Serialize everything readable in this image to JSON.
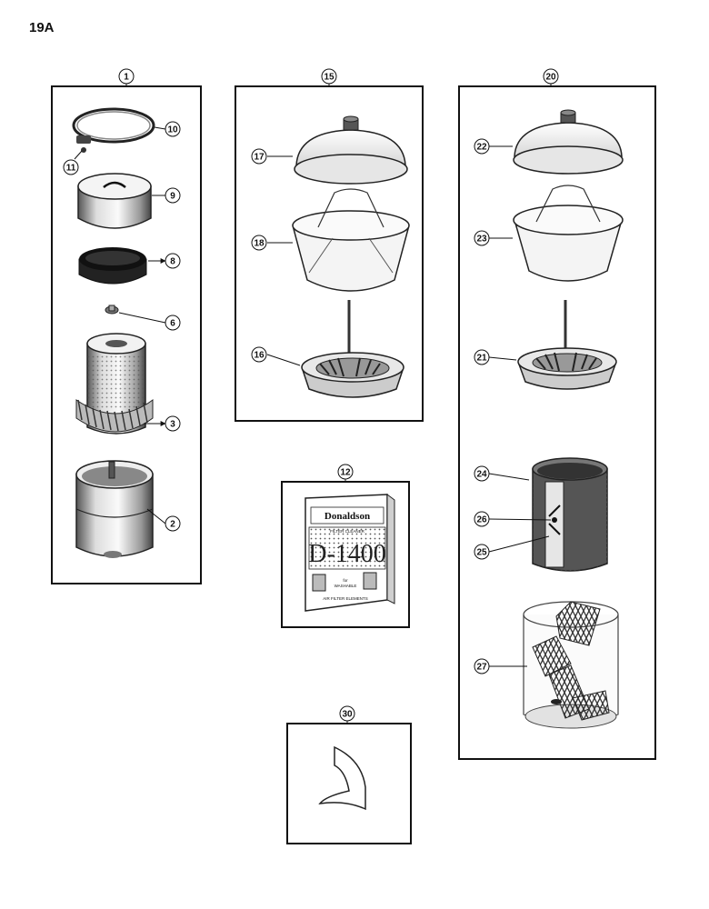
{
  "page": {
    "number": "19A"
  },
  "groups": [
    {
      "id": "group-1",
      "label": "1"
    },
    {
      "id": "group-15",
      "label": "15"
    },
    {
      "id": "group-20",
      "label": "20"
    },
    {
      "id": "group-12",
      "label": "12"
    },
    {
      "id": "group-30",
      "label": "30"
    }
  ],
  "callouts": {
    "c10": "10",
    "c11": "11",
    "c9": "9",
    "c8": "8",
    "c6": "6",
    "c3": "3",
    "c2": "2",
    "c17": "17",
    "c18": "18",
    "c16": "16",
    "c22": "22",
    "c23": "23",
    "c21": "21",
    "c24": "24",
    "c26": "26",
    "c25": "25",
    "c27": "27"
  },
  "package": {
    "brand": "Donaldson",
    "subtitle": "FILTER CLEANER",
    "product": "D-1400",
    "note_for": "for",
    "note_washable": "WASHABLE",
    "footer": "AIR FILTER ELEMENTS"
  }
}
